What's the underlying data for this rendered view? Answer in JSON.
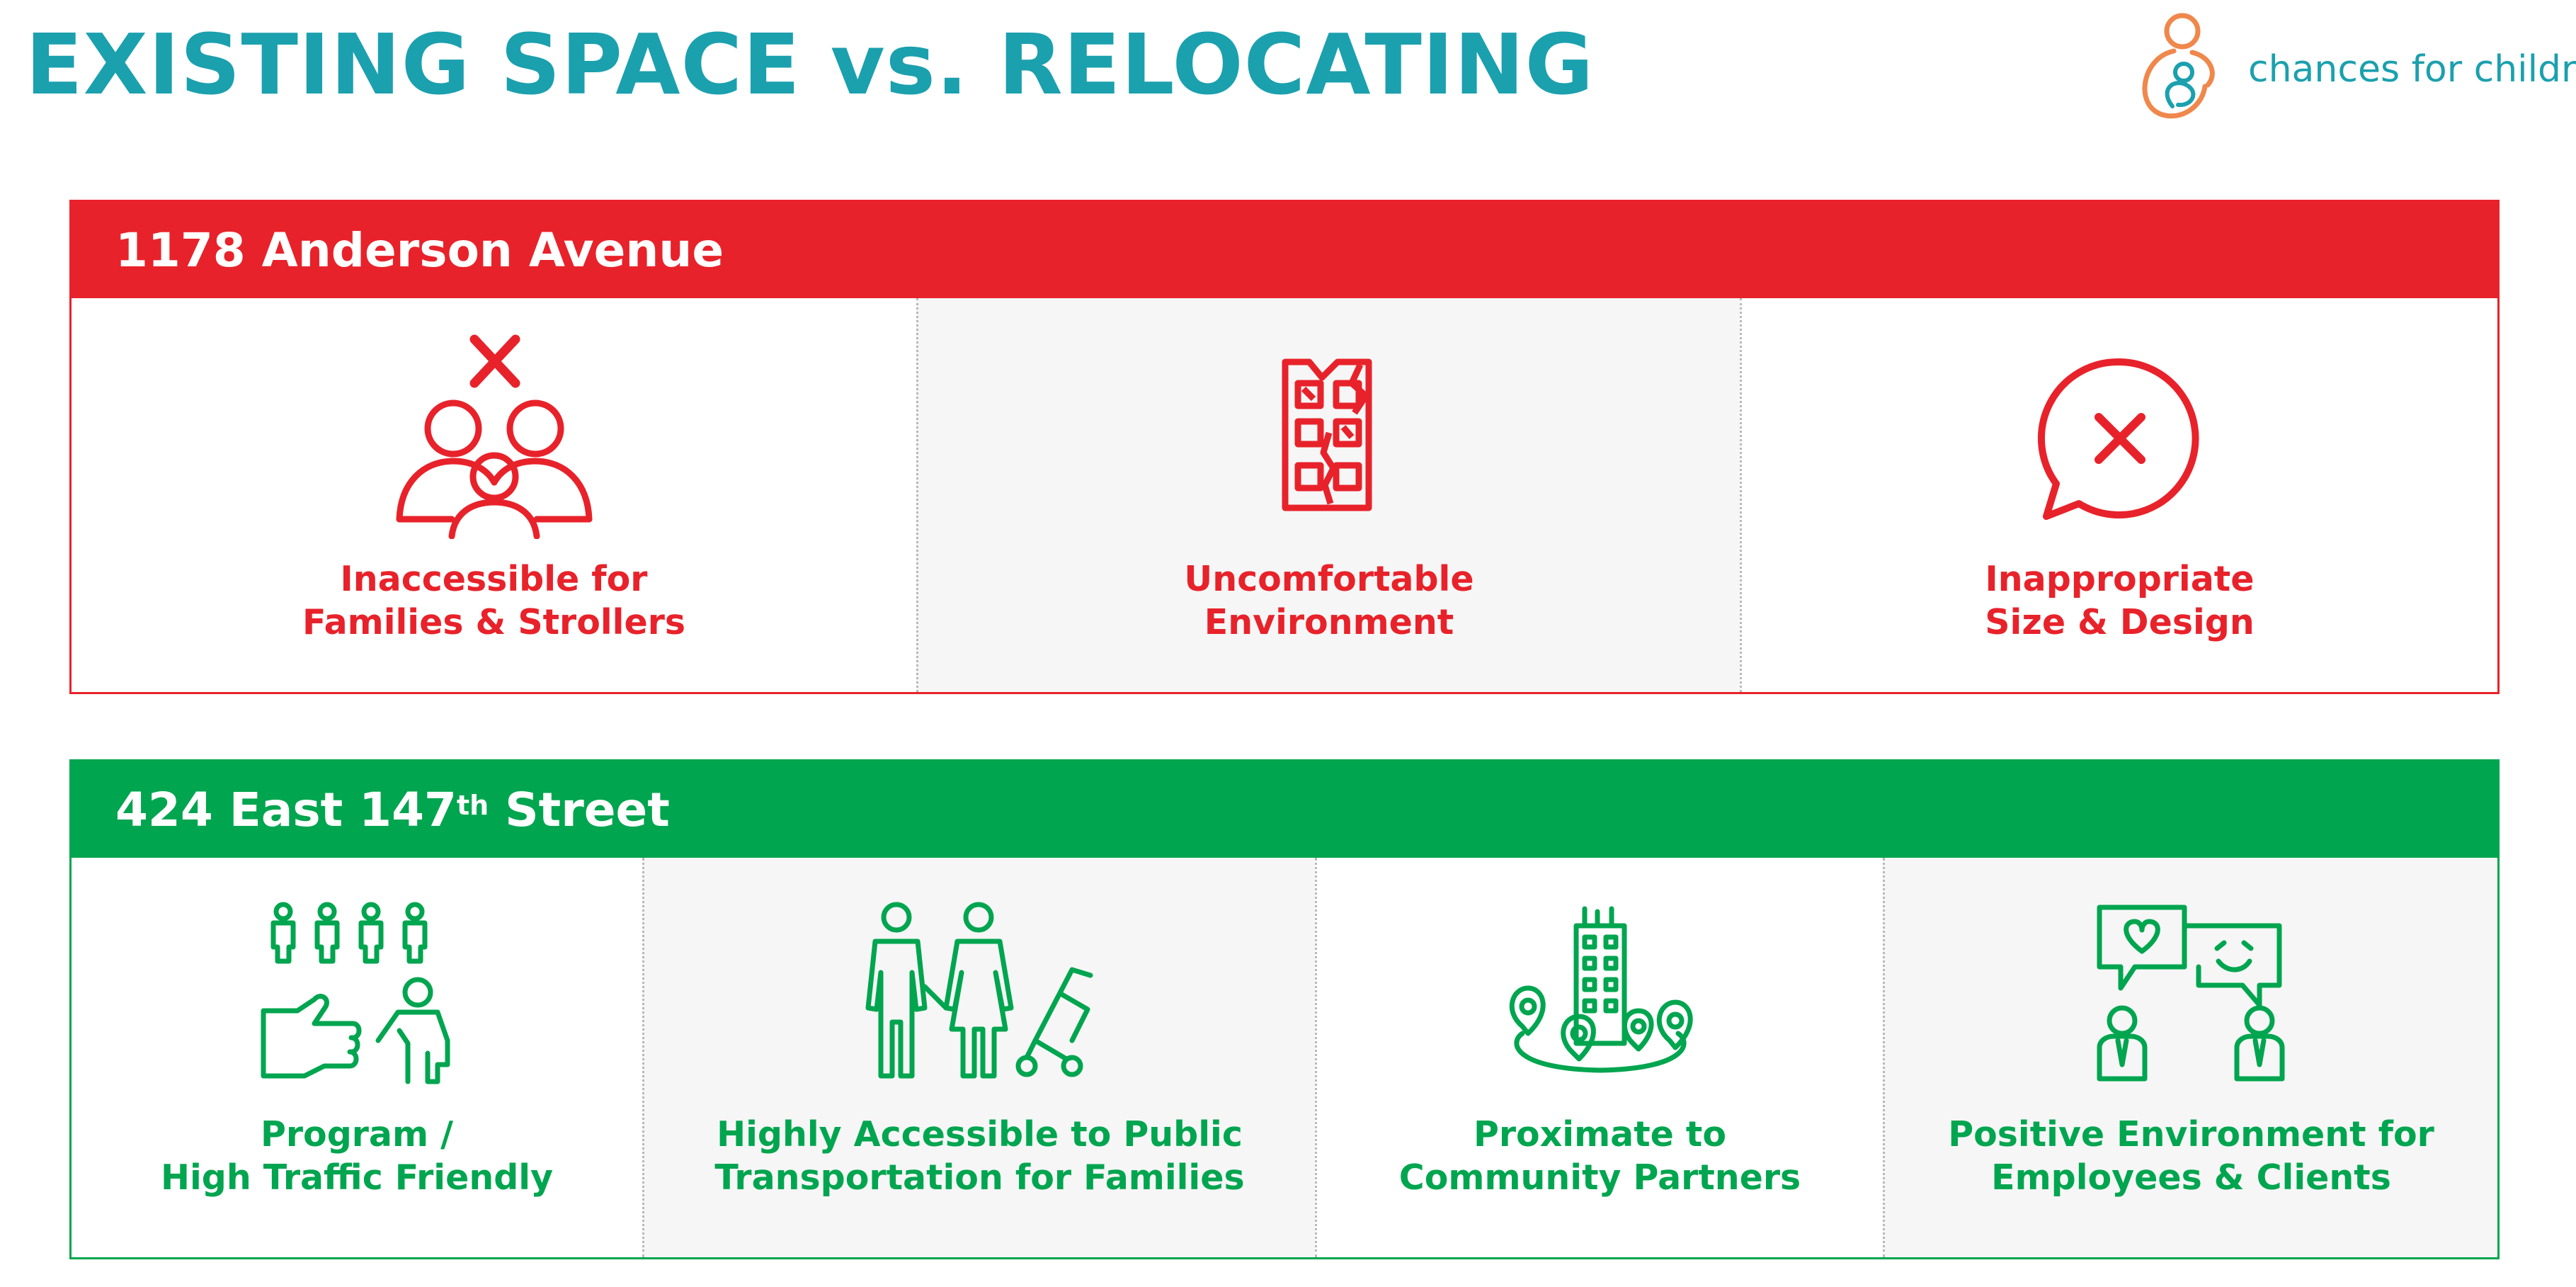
{
  "page": {
    "title": "EXISTING SPACE vs. RELOCATING"
  },
  "logo": {
    "text": "chances for children"
  },
  "colors": {
    "title": "#1ba0ae",
    "existing": "#e8222a",
    "relocating": "#00a54f",
    "logo_orange": "#f0874b",
    "logo_teal": "#1ba0ae"
  },
  "existing": {
    "address": "1178 Anderson Avenue",
    "items": [
      {
        "icon": "family-crossed-out-icon",
        "line1": "Inaccessible for",
        "line2": "Families & Strollers"
      },
      {
        "icon": "cracked-building-icon",
        "line1": "Uncomfortable",
        "line2": "Environment"
      },
      {
        "icon": "x-speech-bubble-icon",
        "line1": "Inappropriate",
        "line2": "Size & Design"
      }
    ]
  },
  "relocating": {
    "address_prefix": "424 East 147",
    "address_sup": "th",
    "address_suffix": " Street",
    "items": [
      {
        "icon": "hand-people-icon",
        "line1": "Program /",
        "line2": "High Traffic Friendly"
      },
      {
        "icon": "family-stroller-icon",
        "line1": "Highly Accessible to Public",
        "line2": "Transportation for Families"
      },
      {
        "icon": "building-map-pins-icon",
        "line1": "Proximate to",
        "line2": "Community Partners"
      },
      {
        "icon": "people-chat-icon",
        "line1": "Positive Environment for",
        "line2": "Employees & Clients"
      }
    ]
  }
}
